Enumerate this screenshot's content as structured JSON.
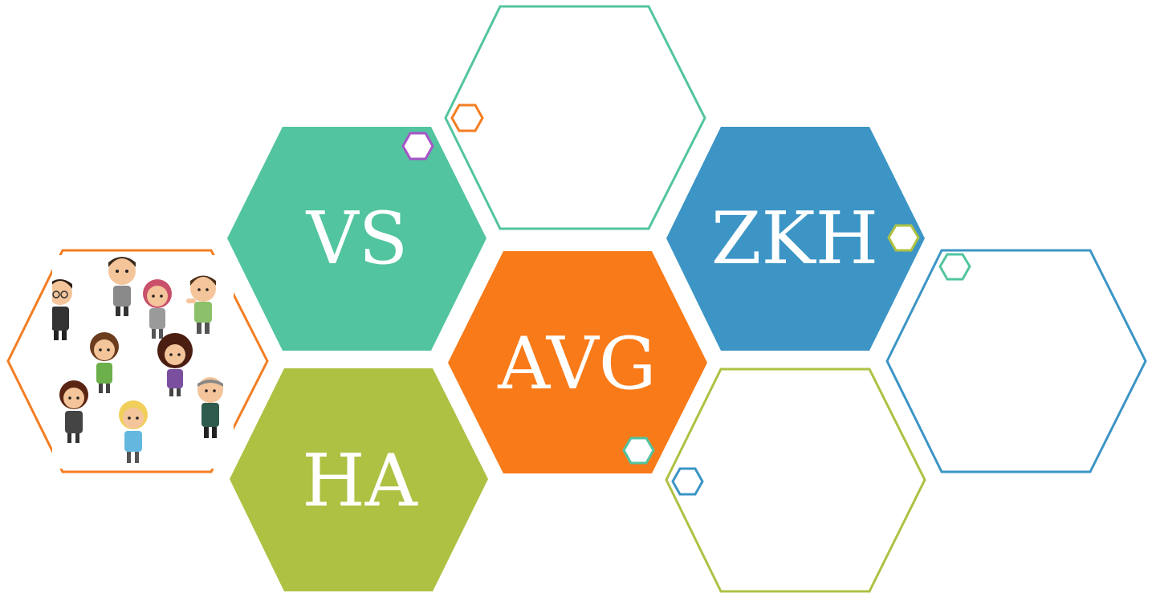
{
  "hexagons": [
    {
      "id": "vs",
      "label": "VS",
      "fill": "#52C4A0"
    },
    {
      "id": "ha",
      "label": "HA",
      "fill": "#AEC143"
    },
    {
      "id": "avg",
      "label": "AVG",
      "fill": "#F97A18"
    },
    {
      "id": "zkh",
      "label": "ZKH",
      "fill": "#3C95C5"
    }
  ],
  "outline_colors": {
    "picture": "#F47D22",
    "top": "#52C4A0",
    "bottom_right": "#AEC143",
    "right": "#3C95C5"
  },
  "accent_colors": {
    "purple": "#A855C8",
    "orange": "#F47D22",
    "green": "#AEC143",
    "teal": "#52C4A0",
    "blue": "#3C95C5"
  },
  "picture": {
    "icon": "cartoon-people-crowd"
  }
}
